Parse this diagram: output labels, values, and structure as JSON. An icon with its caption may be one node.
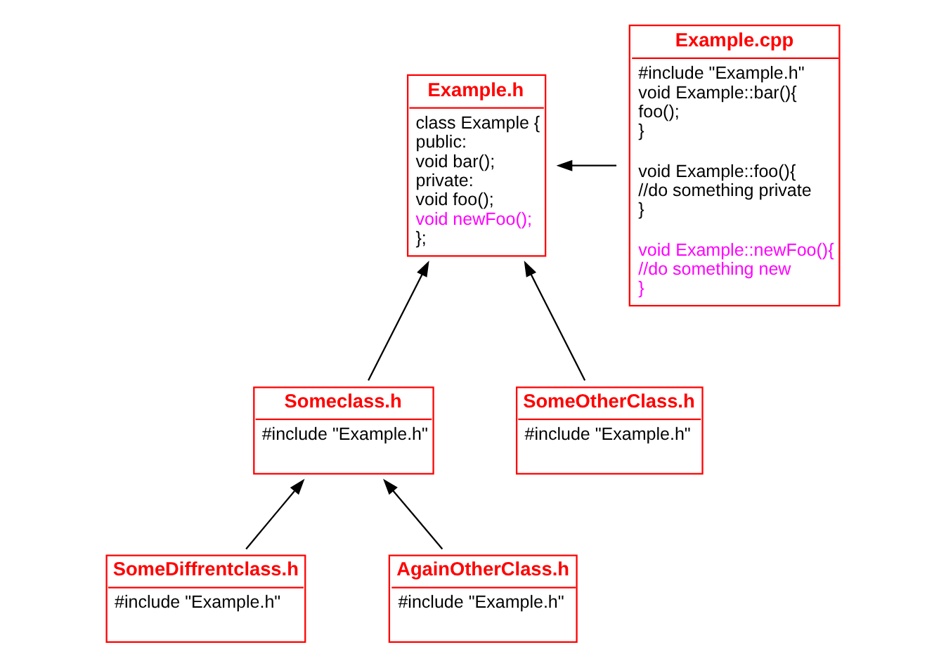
{
  "diagram": {
    "nodes": [
      {
        "text": [
          "Example.h",
          "class Example {",
          "public:",
          "void bar();",
          "private:",
          "void foo();",
          "void newFoo();",
          "};"
        ]
      },
      {
        "text": [
          "Example.cpp",
          "#include \"Example.h\"",
          "void Example::bar(){",
          "foo();",
          "}",
          "void Example::foo(){",
          " //do something private",
          "}",
          "void Example::newFoo(){",
          "//do something new",
          "}"
        ]
      },
      {
        "text": [
          "Someclass.h",
          "#include \"Example.h\""
        ]
      },
      {
        "text": [
          "SomeOtherClass.h",
          "#include \"Example.h\""
        ]
      },
      {
        "text": [
          "SomeDiffrentclass.h",
          "#include \"Example.h\""
        ]
      },
      {
        "text": [
          "AgainOtherClass.h",
          "#include \"Example.h\""
        ]
      }
    ],
    "edges": [
      {
        "from": 1,
        "to": 0,
        "arrow": "to"
      },
      {
        "from": 2,
        "to": 0,
        "arrow": "to"
      },
      {
        "from": 3,
        "to": 0,
        "arrow": "to"
      },
      {
        "from": 4,
        "to": 2,
        "arrow": "to"
      },
      {
        "from": 5,
        "to": 2,
        "arrow": "to"
      }
    ]
  }
}
